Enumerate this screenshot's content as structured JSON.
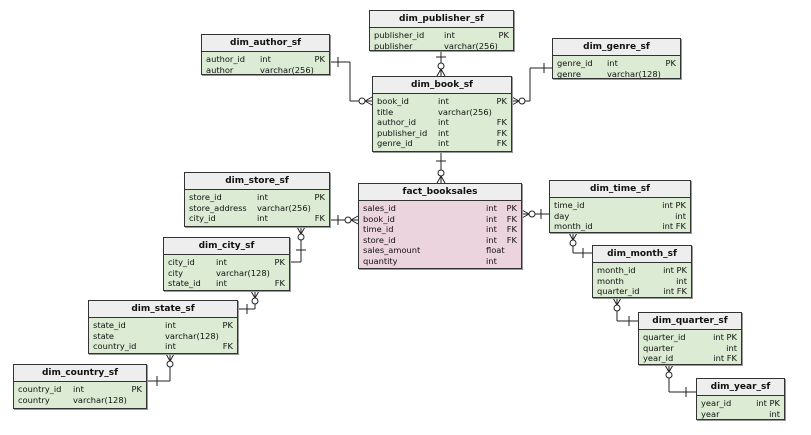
{
  "colors": {
    "dim_fill": "#dcebd4",
    "fact_fill": "#ecd4de",
    "header_fill": "#eeeeee",
    "border": "#333333"
  },
  "tables": {
    "publisher": {
      "name": "dim_publisher_sf",
      "rows": [
        {
          "col": "publisher_id",
          "type": "int",
          "key": "PK"
        },
        {
          "col": "publisher",
          "type": "varchar(256)",
          "key": ""
        }
      ]
    },
    "author": {
      "name": "dim_author_sf",
      "rows": [
        {
          "col": "author_id",
          "type": "int",
          "key": "PK"
        },
        {
          "col": "author",
          "type": "varchar(256)",
          "key": ""
        }
      ]
    },
    "genre": {
      "name": "dim_genre_sf",
      "rows": [
        {
          "col": "genre_id",
          "type": "int",
          "key": "PK"
        },
        {
          "col": "genre",
          "type": "varchar(128)",
          "key": ""
        }
      ]
    },
    "book": {
      "name": "dim_book_sf",
      "rows": [
        {
          "col": "book_id",
          "type": "int",
          "key": "PK"
        },
        {
          "col": "title",
          "type": "varchar(256)",
          "key": ""
        },
        {
          "col": "author_id",
          "type": "int",
          "key": "FK"
        },
        {
          "col": "publisher_id",
          "type": "int",
          "key": "FK"
        },
        {
          "col": "genre_id",
          "type": "int",
          "key": "FK"
        }
      ]
    },
    "store": {
      "name": "dim_store_sf",
      "rows": [
        {
          "col": "store_id",
          "type": "int",
          "key": "PK"
        },
        {
          "col": "store_address",
          "type": "varchar(256)",
          "key": ""
        },
        {
          "col": "city_id",
          "type": "int",
          "key": "FK"
        }
      ]
    },
    "fact": {
      "name": "fact_booksales",
      "rows": [
        {
          "col": "sales_id",
          "type": "int",
          "key": "PK"
        },
        {
          "col": "book_id",
          "type": "int",
          "key": "FK"
        },
        {
          "col": "time_id",
          "type": "int",
          "key": "FK"
        },
        {
          "col": "store_id",
          "type": "int",
          "key": "FK"
        },
        {
          "col": "sales_amount",
          "type": "float",
          "key": ""
        },
        {
          "col": "quantity",
          "type": "int",
          "key": ""
        }
      ]
    },
    "time": {
      "name": "dim_time_sf",
      "rows": [
        {
          "col": "time_id",
          "type": "",
          "key": "int PK"
        },
        {
          "col": "day",
          "type": "",
          "key": "int"
        },
        {
          "col": "month_id",
          "type": "",
          "key": "int FK"
        }
      ]
    },
    "city": {
      "name": "dim_city_sf",
      "rows": [
        {
          "col": "city_id",
          "type": "int",
          "key": "PK"
        },
        {
          "col": "city",
          "type": "varchar(128)",
          "key": ""
        },
        {
          "col": "state_id",
          "type": "int",
          "key": "FK"
        }
      ]
    },
    "month": {
      "name": "dim_month_sf",
      "rows": [
        {
          "col": "month_id",
          "type": "",
          "key": "int PK"
        },
        {
          "col": "month",
          "type": "",
          "key": "int"
        },
        {
          "col": "quarter_id",
          "type": "",
          "key": "int FK"
        }
      ]
    },
    "state": {
      "name": "dim_state_sf",
      "rows": [
        {
          "col": "state_id",
          "type": "int",
          "key": "PK"
        },
        {
          "col": "state",
          "type": "varchar(128)",
          "key": ""
        },
        {
          "col": "country_id",
          "type": "int",
          "key": "FK"
        }
      ]
    },
    "quarter": {
      "name": "dim_quarter_sf",
      "rows": [
        {
          "col": "quarter_id",
          "type": "",
          "key": "int PK"
        },
        {
          "col": "quarter",
          "type": "",
          "key": "int"
        },
        {
          "col": "year_id",
          "type": "",
          "key": "int FK"
        }
      ]
    },
    "country": {
      "name": "dim_country_sf",
      "rows": [
        {
          "col": "country_id",
          "type": "int",
          "key": "PK"
        },
        {
          "col": "country",
          "type": "varchar(128)",
          "key": ""
        }
      ]
    },
    "year": {
      "name": "dim_year_sf",
      "rows": [
        {
          "col": "year_id",
          "type": "",
          "key": "int PK"
        },
        {
          "col": "year",
          "type": "",
          "key": "int"
        }
      ]
    }
  }
}
